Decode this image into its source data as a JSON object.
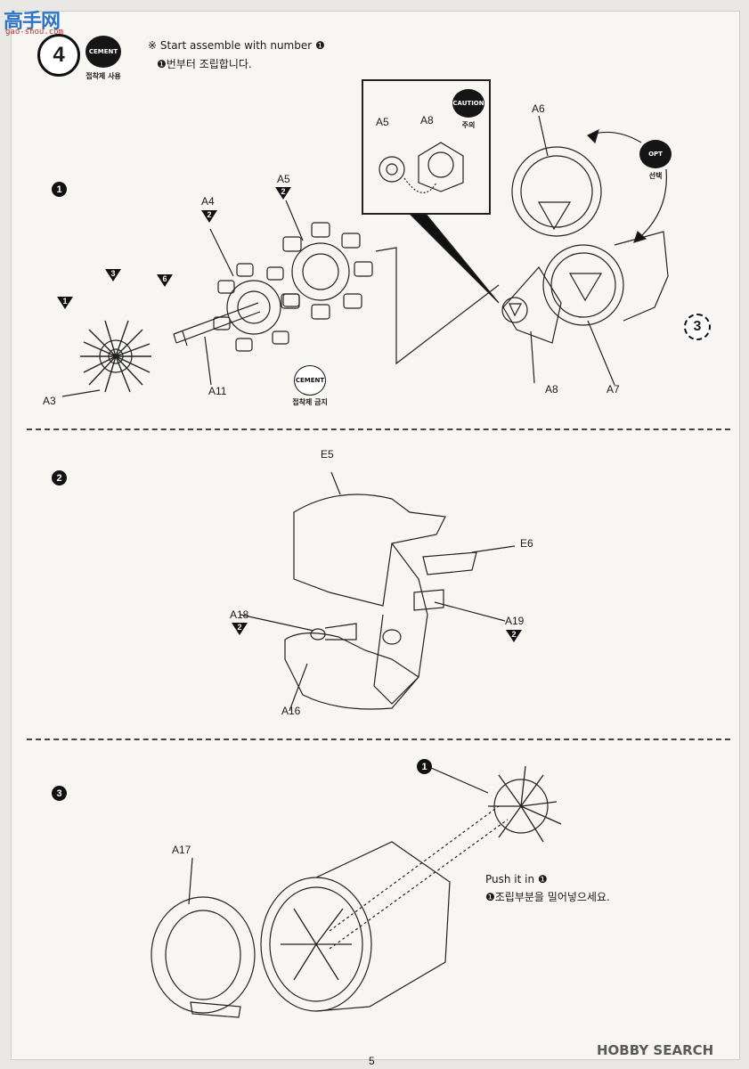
{
  "watermark": {
    "logo": "高手网",
    "url": "gao-shou.com",
    "bottom": "HOBBY SEARCH"
  },
  "page": {
    "step": "4",
    "page_number": "5"
  },
  "header": {
    "cement_badge": "CEMENT",
    "cement_caption": "접착제 사용",
    "note_en": "※ Start assemble with number ❶",
    "note_ko": "❶번부터 조립합니다."
  },
  "section1": {
    "number": "1",
    "caution_badge": "CAUTION",
    "caution_caption": "주의",
    "opt_badge": "OPT",
    "opt_caption": "선택",
    "no_cement_badge": "CEMENT",
    "no_cement_caption": "접착제 금지",
    "ref_step": "3",
    "labels": {
      "a3": "A3",
      "a4": "A4",
      "a5": "A5",
      "a11": "A11",
      "a6": "A6",
      "a7": "A7",
      "a8": "A8",
      "inset_a5": "A5",
      "inset_a8": "A8",
      "a8_bottom": "A8"
    },
    "markers": {
      "m1": "1",
      "m3": "3",
      "m6": "6",
      "m_a4": "2",
      "m_a5": "2"
    }
  },
  "section2": {
    "number": "2",
    "labels": {
      "e5": "E5",
      "e6": "E6",
      "a18": "A18",
      "a19": "A19",
      "a16": "A16"
    },
    "markers": {
      "m_a18": "2",
      "m_a19": "2"
    }
  },
  "section3": {
    "number": "3",
    "labels": {
      "a17": "A17"
    },
    "sub_ref": "1",
    "push_en": "Push it in ❶",
    "push_ko": "❶조립부분을 밀어넣으세요."
  }
}
